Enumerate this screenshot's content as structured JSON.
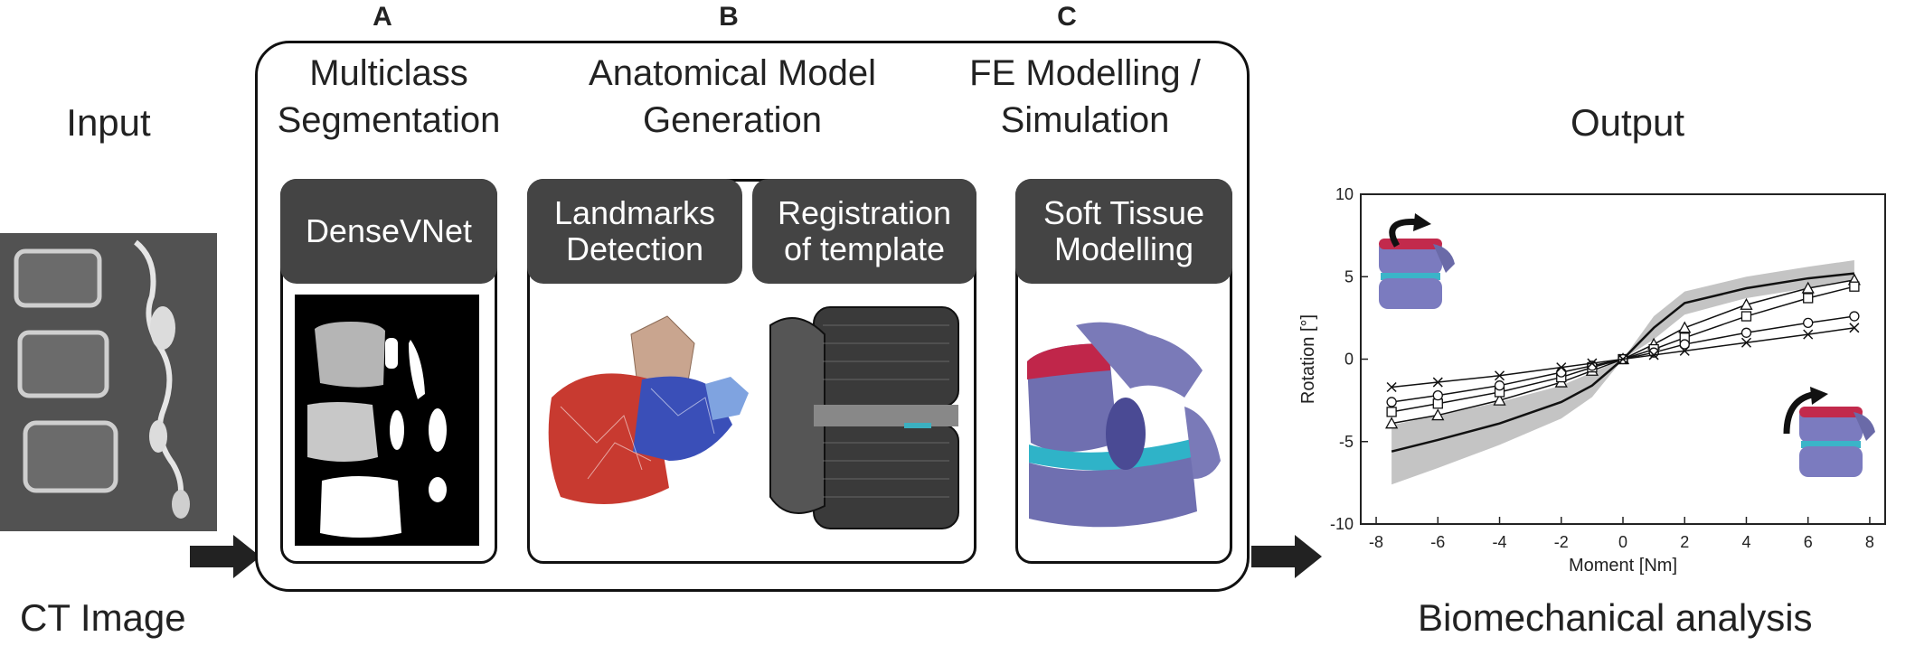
{
  "input": {
    "title": "Input",
    "caption": "CT Image"
  },
  "output": {
    "title": "Output",
    "caption": "Biomechanical analysis"
  },
  "sections": {
    "a": {
      "letter": "A",
      "title_line1": "Multiclass",
      "title_line2": "Segmentation",
      "header": "DenseVNet"
    },
    "b": {
      "letter": "B",
      "title_line1": "Anatomical Model",
      "title_line2": "Generation",
      "header_left_line1": "Landmarks",
      "header_left_line2": "Detection",
      "header_right_line1": "Registration",
      "header_right_line2": "of template"
    },
    "c": {
      "letter": "C",
      "title_line1": "FE Modelling /",
      "title_line2": "Simulation",
      "header_line1": "Soft Tissue",
      "header_line2": "Modelling"
    }
  },
  "chart_data": {
    "type": "line",
    "xlabel": "Moment [Nm]",
    "ylabel": "Rotation [°]",
    "xlim": [
      -8.5,
      8.5
    ],
    "ylim": [
      -10,
      10
    ],
    "xticks": [
      -8,
      -6,
      -4,
      -2,
      0,
      2,
      4,
      6,
      8
    ],
    "yticks": [
      -10,
      -5,
      0,
      5,
      10
    ],
    "series": [
      {
        "marker": "line",
        "x": [
          -7.5,
          -6,
          -4,
          -2,
          -1,
          0,
          1,
          2,
          4,
          6,
          7.5
        ],
        "y": [
          -5.6,
          -4.9,
          -3.9,
          -2.6,
          -1.6,
          0,
          1.9,
          3.4,
          4.3,
          4.9,
          5.2
        ]
      },
      {
        "marker": "triangle",
        "x": [
          -7.5,
          -6,
          -4,
          -2,
          -1,
          0,
          1,
          2,
          4,
          6,
          7.5
        ],
        "y": [
          -3.9,
          -3.4,
          -2.5,
          -1.4,
          -0.7,
          0,
          0.9,
          1.9,
          3.3,
          4.3,
          4.8
        ]
      },
      {
        "marker": "square",
        "x": [
          -7.5,
          -6,
          -4,
          -2,
          -1,
          0,
          1,
          2,
          4,
          6,
          7.5
        ],
        "y": [
          -3.2,
          -2.7,
          -2.0,
          -1.1,
          -0.5,
          0,
          0.6,
          1.3,
          2.6,
          3.7,
          4.4
        ]
      },
      {
        "marker": "circle",
        "x": [
          -7.5,
          -6,
          -4,
          -2,
          -1,
          0,
          1,
          2,
          4,
          6,
          7.5
        ],
        "y": [
          -2.6,
          -2.2,
          -1.6,
          -0.8,
          -0.4,
          0,
          0.4,
          0.9,
          1.6,
          2.2,
          2.6
        ]
      },
      {
        "marker": "cross",
        "x": [
          -7.5,
          -6,
          -4,
          -2,
          -1,
          0,
          1,
          2,
          4,
          6,
          7.5
        ],
        "y": [
          -1.7,
          -1.4,
          -1.0,
          -0.5,
          -0.25,
          0,
          0.25,
          0.5,
          1.0,
          1.5,
          1.9
        ]
      }
    ],
    "band": {
      "x": [
        -7.5,
        -6,
        -4,
        -2,
        -1,
        0,
        1,
        2,
        4,
        6,
        7.5
      ],
      "lower": [
        -7.6,
        -6.6,
        -5.2,
        -3.6,
        -2.3,
        0,
        1.2,
        2.7,
        3.7,
        4.3,
        4.8
      ],
      "upper": [
        -4.0,
        -3.4,
        -2.6,
        -1.6,
        -0.8,
        0,
        2.6,
        4.1,
        5.0,
        5.6,
        6.0
      ]
    },
    "grid": false
  }
}
